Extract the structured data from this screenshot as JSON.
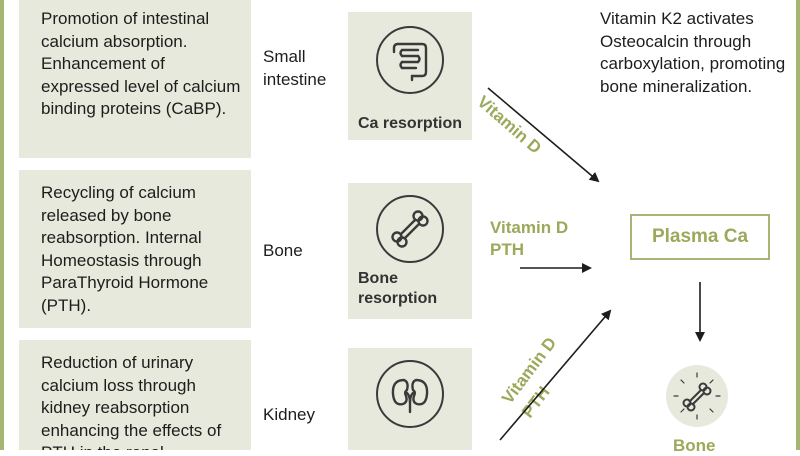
{
  "rows": [
    {
      "description": "Promotion of intestinal calcium absorption. Enhancement of expressed level of calcium binding proteins (CaBP).",
      "organ": "Small intestine",
      "icon": "intestine-icon",
      "process": "Ca resorption",
      "regulators": "Vitamin D"
    },
    {
      "description": "Recycling of calcium released by bone reabsorption. Internal Homeostasis through ParaThyroid Hormone (PTH).",
      "organ": "Bone",
      "icon": "bone-icon",
      "process": "Bone resorption",
      "regulator_1": "Vitamin D",
      "regulator_2": "PTH"
    },
    {
      "description": "Reduction of urinary calcium loss through kidney reabsorption enhancing the effects of PTH in the renal",
      "organ": "Kidney",
      "icon": "kidney-icon",
      "regulator_1": "Vitamin D",
      "regulator_2": "PTH"
    }
  ],
  "note": "Vitamin K2 activates Osteocalcin through carboxylation, promoting bone mineralization.",
  "target": {
    "label": "Plasma Ca"
  },
  "sink": {
    "label": "Bone",
    "icon": "bone-sparkle-icon"
  },
  "colors": {
    "accent": "#9aaa5a",
    "tile": "#e7e9dd",
    "frame": "#a6b574",
    "text": "#1d1d1b"
  }
}
